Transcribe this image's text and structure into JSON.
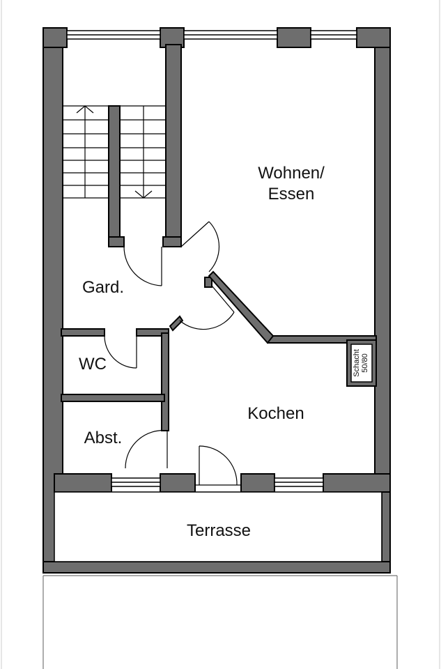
{
  "rooms": {
    "wohnen_line1": "Wohnen/",
    "wohnen_line2": "Essen",
    "garderobe": "Gard.",
    "wc": "WC",
    "kochen": "Kochen",
    "abstell": "Abst.",
    "terrasse": "Terrasse"
  },
  "shaft": {
    "line1": "Schacht",
    "line2": "50/80"
  },
  "colors": {
    "wall_fill": "#6e6e6e",
    "wall_stroke": "#000000",
    "background": "#ffffff",
    "line": "#000000",
    "ground_line": "#777777"
  }
}
